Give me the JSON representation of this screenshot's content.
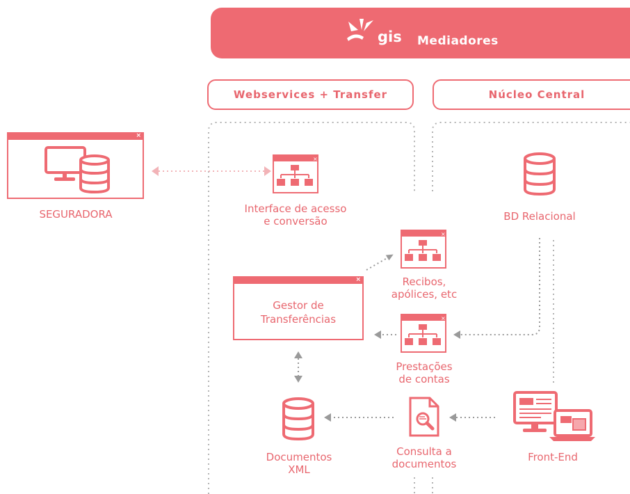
{
  "header": {
    "brand": "gis",
    "title": "Mediadores"
  },
  "columns": {
    "left": "Webservices + Transfer",
    "right": "Núcleo Central"
  },
  "nodes": {
    "seguradora": "SEGURADORA",
    "interface": [
      "Interface de acesso",
      "e conversão"
    ],
    "bd": "BD Relacional",
    "gestor": [
      "Gestor de",
      "Transferências"
    ],
    "recibos": [
      "Recibos,",
      "apólices, etc"
    ],
    "prestacoes": [
      "Prestações",
      "de contas"
    ],
    "documentos": [
      "Documentos",
      "XML"
    ],
    "consulta": [
      "Consulta a",
      "documentos"
    ],
    "frontend": "Front-End"
  },
  "window_close": "×",
  "colors": {
    "accent": "#ee6a72",
    "text": "#e8666e",
    "arrow": "#9a9a9a",
    "dots": "#b3b3b3",
    "light_arrow": "#f2b3b7"
  }
}
